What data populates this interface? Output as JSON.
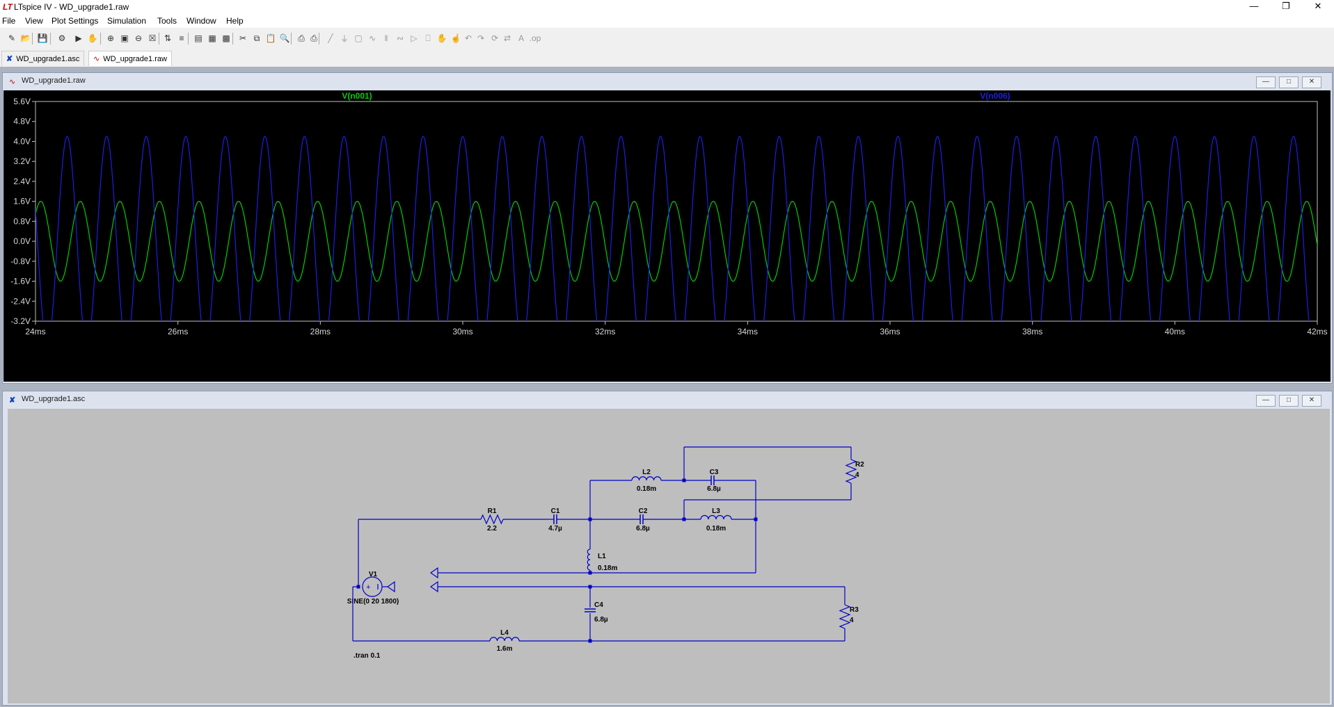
{
  "window": {
    "title": "LTspice IV - WD_upgrade1.raw",
    "app_icon": "ltspice-logo-icon"
  },
  "menu": [
    "File",
    "View",
    "Plot Settings",
    "Simulation",
    "Tools",
    "Window",
    "Help"
  ],
  "tabs": [
    {
      "label": "WD_upgrade1.asc",
      "icon": "schematic-icon"
    },
    {
      "label": "WD_upgrade1.raw",
      "icon": "waveform-icon"
    }
  ],
  "waveform_window": {
    "title": "WD_upgrade1.raw"
  },
  "schematic_window": {
    "title": "WD_upgrade1.asc"
  },
  "colors": {
    "trace1": "#00d000",
    "trace2": "#1e1ee6",
    "plot_bg": "#000000",
    "axis": "#c0c0c0",
    "wire": "#0000c8",
    "schem_bg": "#bebebe"
  },
  "chart_data": {
    "type": "line",
    "xlabel": "",
    "ylabel": "",
    "x_ticks": [
      "24ms",
      "26ms",
      "28ms",
      "30ms",
      "32ms",
      "34ms",
      "36ms",
      "38ms",
      "40ms",
      "42ms"
    ],
    "y_ticks": [
      "5.6V",
      "4.8V",
      "4.0V",
      "3.2V",
      "2.4V",
      "1.6V",
      "0.8V",
      "0.0V",
      "-0.8V",
      "-1.6V",
      "-2.4V",
      "-3.2V"
    ],
    "xlim": [
      24,
      42
    ],
    "ylim": [
      -3.2,
      5.6
    ],
    "grid": false,
    "series": [
      {
        "name": "V(n001)",
        "color": "#00d000",
        "amplitude": 1.6,
        "offset": 0,
        "frequency_hz": 1800,
        "phase_deg": -30
      },
      {
        "name": "V(n006)",
        "color": "#1e1ee6",
        "amplitude": 4.2,
        "offset": 0,
        "frequency_hz": 1800,
        "phase_deg": 90
      }
    ]
  },
  "schematic": {
    "components": [
      {
        "ref": "R1",
        "value": "2.2"
      },
      {
        "ref": "C1",
        "value": "4.7µ"
      },
      {
        "ref": "L2",
        "value": "0.18m"
      },
      {
        "ref": "C3",
        "value": "6.8µ"
      },
      {
        "ref": "R2",
        "value": "4"
      },
      {
        "ref": "C2",
        "value": "6.8µ"
      },
      {
        "ref": "L3",
        "value": "0.18m"
      },
      {
        "ref": "L1",
        "value": "0.18m"
      },
      {
        "ref": "V1",
        "value": "SINE(0 20 1800)"
      },
      {
        "ref": "C4",
        "value": "6.8µ"
      },
      {
        "ref": "R3",
        "value": "4"
      },
      {
        "ref": "L4",
        "value": "1.6m"
      }
    ],
    "directive": ".tran 0.1"
  },
  "toolbar_icons": [
    "new-schematic-icon",
    "open-icon",
    "save-icon",
    "control-panel-icon",
    "run-icon",
    "halt-icon",
    "zoom-in-icon",
    "zoom-area-icon",
    "zoom-out-icon",
    "zoom-fit-icon",
    "autorange-icon",
    "add-trace-icon",
    "tile-horizontal-icon",
    "tile-vertical-icon",
    "cascade-icon",
    "cut-icon",
    "copy-icon",
    "paste-icon",
    "find-icon",
    "print-setup-icon",
    "print-icon",
    "wire-icon",
    "ground-icon",
    "label-icon",
    "resistor-icon",
    "capacitor-icon",
    "inductor-icon",
    "diode-icon",
    "component-icon",
    "move-icon",
    "drag-icon",
    "undo-icon",
    "redo-icon",
    "rotate-icon",
    "mirror-icon",
    "text-icon",
    "spice-directive-icon"
  ]
}
